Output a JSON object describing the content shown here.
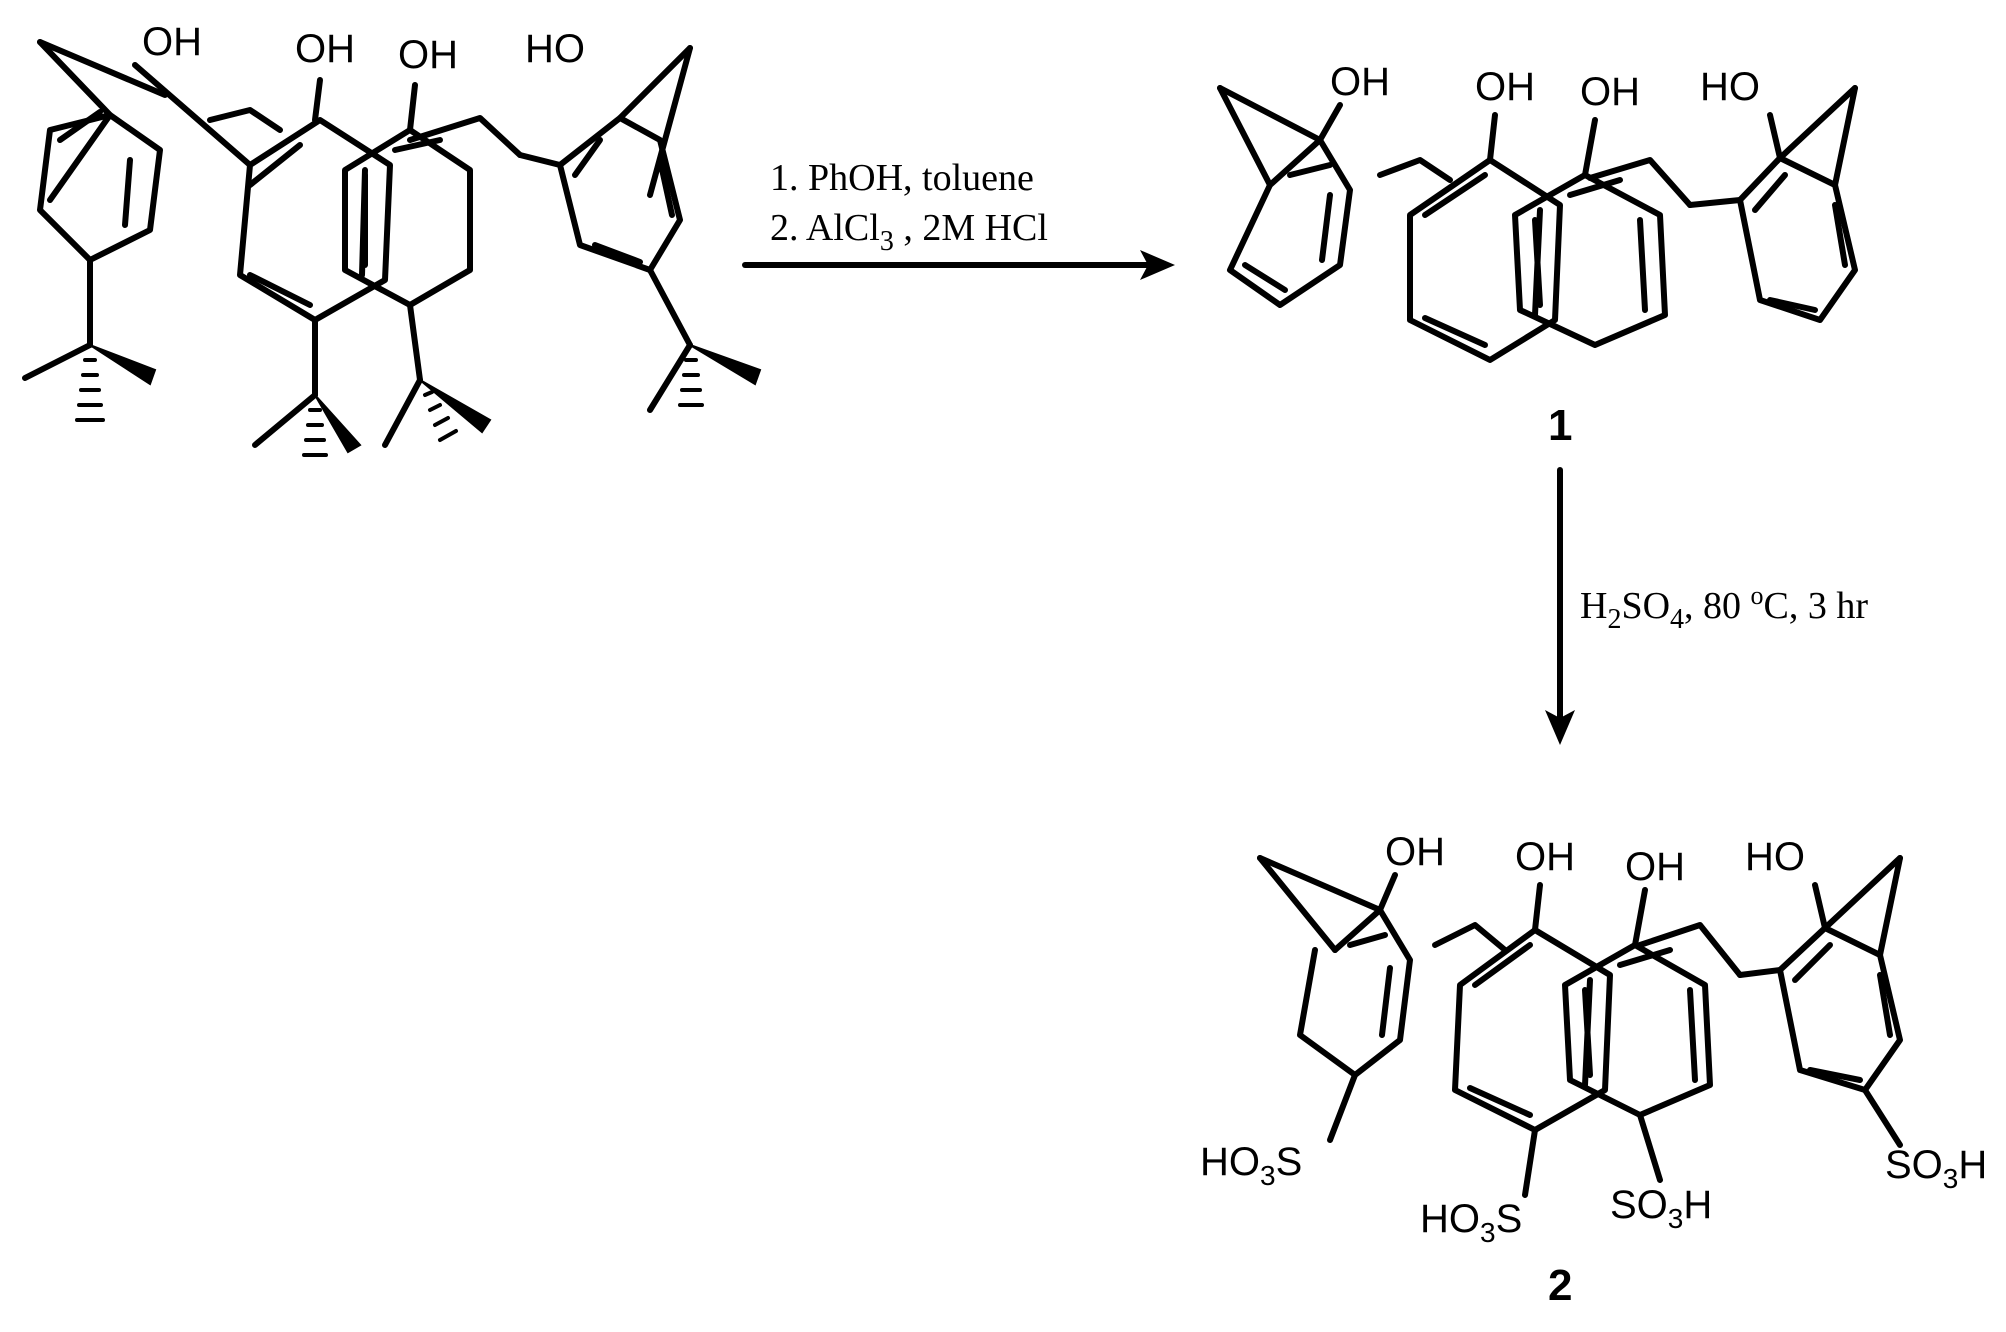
{
  "reagents_step1": {
    "line1": "1.  PhOH, toluene",
    "line2": "2.  AlCl",
    "line2_sub": "3",
    "line2_tail": " , 2M HCl"
  },
  "reagents_step2": {
    "h": "H",
    "h_sub": "2",
    "so": "SO",
    "so_sub": "4",
    "tail": ", 80 ",
    "deg": "o",
    "tail2": "C, 3 hr"
  },
  "compound_labels": {
    "c1": "1",
    "c2": "2"
  },
  "atoms": {
    "oh": "OH",
    "ho": "HO",
    "ho3s_prefix": "HO",
    "ho3s_sub": "3",
    "ho3s_suffix": "S",
    "so3h_prefix": "SO",
    "so3h_sub": "3",
    "so3h_suffix": "H"
  }
}
